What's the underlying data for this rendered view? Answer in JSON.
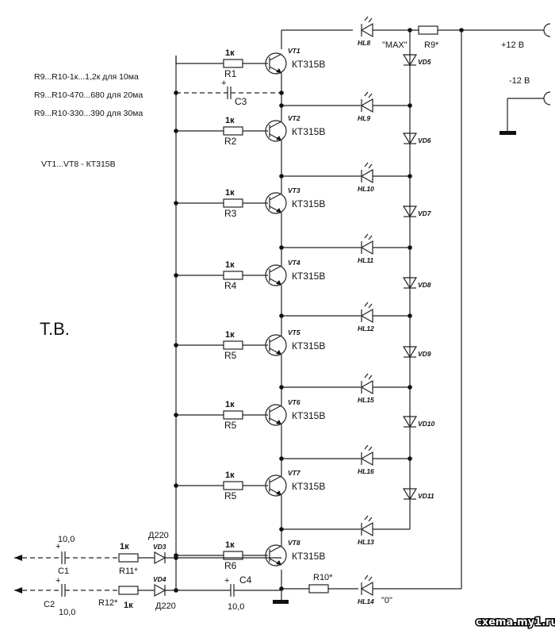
{
  "notes": [
    "R9...R10-1к...1,2к для 10ма",
    "R9...R10-470...680 для 20ма",
    "R9...R10-330...390 для 30ма"
  ],
  "transistor_note": "VT1...VT8 - КТ315В",
  "author": "Т.В.",
  "watermark": "cxema.my1.ru",
  "supply": {
    "plus": "+12 В",
    "minus": "-12 В"
  },
  "max_label": "\"MAX\"",
  "zero_label": "\"0\"",
  "stages": [
    {
      "vt": "VT1",
      "type": "КТ315В",
      "r": "R1",
      "rv": "1к"
    },
    {
      "vt": "VT2",
      "type": "КТ315В",
      "r": "R2",
      "rv": "1к"
    },
    {
      "vt": "VT3",
      "type": "КТ315В",
      "r": "R3",
      "rv": "1к"
    },
    {
      "vt": "VT4",
      "type": "КТ315В",
      "r": "R4",
      "rv": "1к"
    },
    {
      "vt": "VT5",
      "type": "КТ315В",
      "r": "R5",
      "rv": "1к"
    },
    {
      "vt": "VT6",
      "type": "КТ315В",
      "r": "R5",
      "rv": "1к"
    },
    {
      "vt": "VT7",
      "type": "КТ315В",
      "r": "R5",
      "rv": "1к"
    },
    {
      "vt": "VT8",
      "type": "КТ315В",
      "r": "R6",
      "rv": "1к"
    }
  ],
  "leds": [
    "HL8",
    "HL9",
    "HL10",
    "HL11",
    "HL12",
    "HL15",
    "HL16",
    "HL13",
    "HL14"
  ],
  "diodes": [
    "VD5",
    "VD6",
    "VD7",
    "VD8",
    "VD9",
    "VD10",
    "VD11"
  ],
  "r9": "R9*",
  "r10": "R10*",
  "c3": "C3",
  "c3_plus": "+",
  "inputs": {
    "c1": "C1",
    "c1_val": "10,0",
    "c2": "C2",
    "c2_val": "10,0",
    "r11": "R11*",
    "r11_val": "1к",
    "r12": "R12*",
    "r12_val": "1к",
    "vd3": "VD3",
    "vd3_type": "Д220",
    "vd4": "VD4",
    "vd4_type": "Д220",
    "c4": "C4",
    "c4_val": "10,0",
    "plus": "+"
  }
}
